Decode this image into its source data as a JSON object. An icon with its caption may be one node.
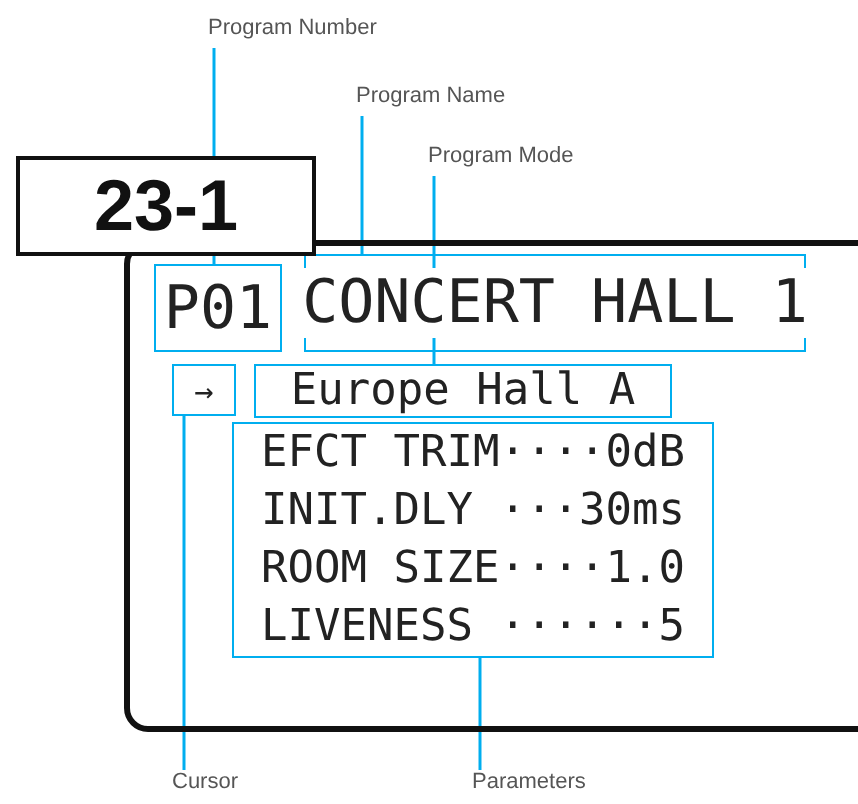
{
  "diagram": {
    "nodes": [
      {
        "text": [
          "Program Number"
        ]
      },
      {
        "text": [
          "Program Name"
        ]
      },
      {
        "text": [
          "Program Mode"
        ]
      },
      {
        "text": [],
        "shape": "box"
      },
      {
        "text": [
          "P01"
        ],
        "in": 3
      },
      {
        "text": [
          "CONCERT HALL 1"
        ],
        "in": 3
      },
      {
        "text": [
          "→"
        ],
        "in": 3
      },
      {
        "text": [
          "Europe Hall A"
        ],
        "in": 3
      },
      {
        "text": [
          "EFCT TRIM····0dB",
          "INIT.DLY ···30ms",
          "ROOM SIZE····1.0",
          "LIVENESS ······5"
        ],
        "in": 3
      },
      {
        "text": [
          "Cursor"
        ]
      },
      {
        "text": [
          "Parameters"
        ]
      }
    ],
    "edges": [
      {
        "from": 0,
        "to": 4,
        "arrow": "none"
      },
      {
        "from": 1,
        "to": 5,
        "arrow": "none"
      },
      {
        "from": 2,
        "to": 7,
        "arrow": "none"
      },
      {
        "from": 9,
        "to": 6,
        "arrow": "none"
      },
      {
        "from": 10,
        "to": 8,
        "arrow": "none"
      }
    ],
    "labels": [
      "23-1"
    ]
  }
}
